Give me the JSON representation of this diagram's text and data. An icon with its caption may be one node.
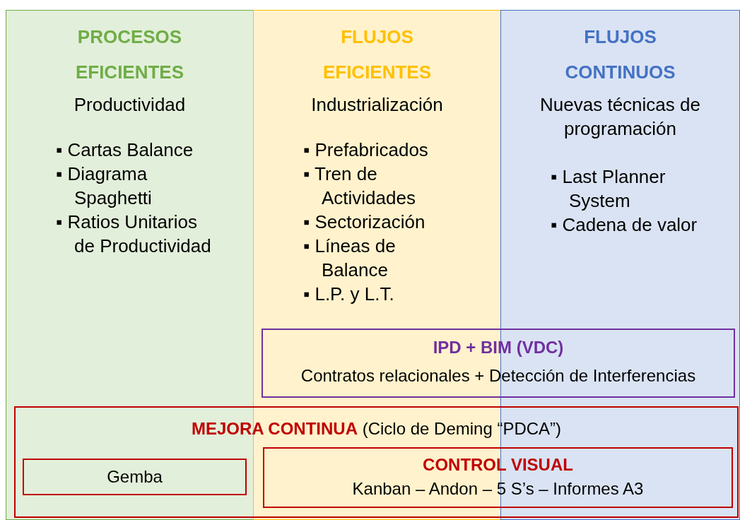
{
  "diagram": {
    "nodes": [
      {
        "text": [
          "PROCESOS EFICIENTES",
          "Productividad",
          "▪ Cartas Balance",
          "▪ Diagrama Spaghetti",
          "▪ Ratios Unitarios de Productividad"
        ]
      },
      {
        "text": [
          "FLUJOS EFICIENTES",
          "Industrialización",
          "▪ Prefabricados",
          "▪ Tren de Actividades",
          "▪ Sectorización",
          "▪ Líneas de Balance",
          "▪ L.P. y L.T."
        ]
      },
      {
        "text": [
          "FLUJOS CONTINUOS",
          "Nuevas técnicas de programación",
          "▪ Last Planner System",
          "▪ Cadena de valor"
        ]
      },
      {
        "text": [
          "IPD + BIM (VDC)",
          "Contratos relacionales + Detección de Interferencias"
        ]
      },
      {
        "text": [
          "**MEJORA CONTINUA** (Ciclo de Deming “PDCA”)"
        ]
      },
      {
        "text": [
          "Gemba"
        ]
      },
      {
        "text": [
          "CONTROL VISUAL",
          "Kanban – Andon – 5 S’s – Informes A3"
        ],
        "in": 4
      }
    ],
    "edges": []
  }
}
